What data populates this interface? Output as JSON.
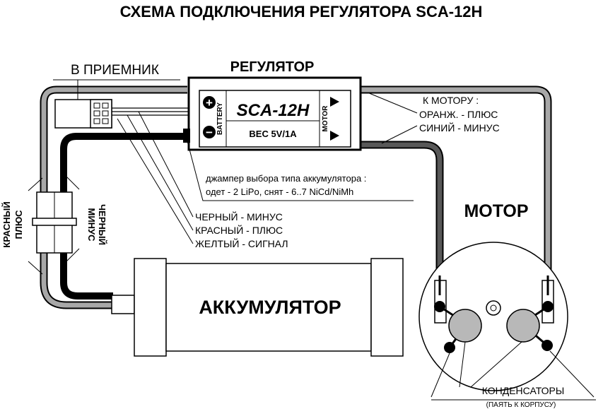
{
  "title": "СХЕМА ПОДКЛЮЧЕНИЯ РЕГУЛЯТОРА  SCA-12H",
  "receiver_label": "В ПРИЕМНИК",
  "regulator": {
    "label": "РЕГУЛЯТОР",
    "model": "SCA-12H",
    "bec": "BEC 5V/1A",
    "battery_side_label": "BATTERY",
    "motor_side_label": "MOTOR",
    "plus_sign": "+",
    "minus_sign": "−"
  },
  "motor_wires": {
    "heading": "К МОТОРУ :",
    "line1": "ОРАНЖ.   -  ПЛЮС",
    "line2": "СИНИЙ    -  МИНУС"
  },
  "jumper_note": {
    "line1": "джампер выбора типа аккумулятора :",
    "line2": "одет - 2 LiPo, снят - 6..7 NiCd/NiMh"
  },
  "servo_wires": {
    "line1": "ЧЕРНЫЙ    -   МИНУС",
    "line2": "КРАСНЫЙ   -   ПЛЮС",
    "line3": "ЖЕЛТЫЙ    - СИГНАЛ"
  },
  "connector_left": {
    "red": "КРАСНЫЙ",
    "plus": "ПЛЮС",
    "minus": "МИНУС",
    "black": "ЧЕРНЫЙ"
  },
  "battery_label": "АККУМУЛЯТОР",
  "motor_label": "МОТОР",
  "capacitors_label": "КОНДЕНСАТОРЫ",
  "capacitors_note": "(ПАЯТЬ К КОРПУСУ)"
}
